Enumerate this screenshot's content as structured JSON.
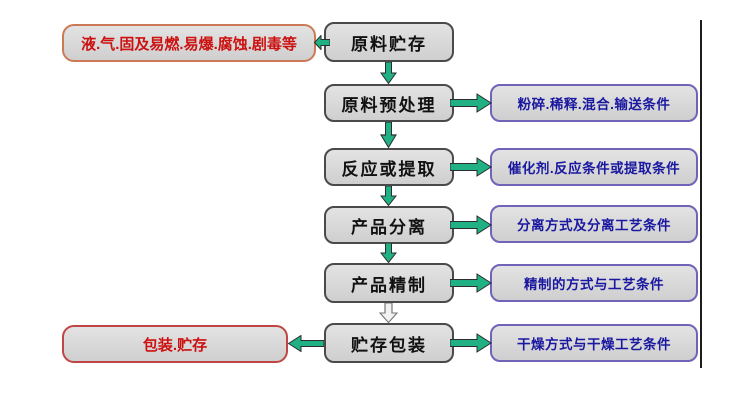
{
  "flowchart": {
    "type": "process-flow-diagram",
    "hazard_note": "液.气.固及易燃.易爆.腐蚀.剧毒等",
    "final_note": "包装.贮存",
    "main_steps": [
      "原料贮存",
      "原料预处理",
      "反应或提取",
      "产品分离",
      "产品精制",
      "贮存包装"
    ],
    "condition_notes": [
      "粉碎.稀释.混合.输送条件",
      "催化剂.反应条件或提取条件",
      "分离方式及分离工艺条件",
      "精制的方式与工艺条件",
      "干燥方式与干燥工艺条件"
    ],
    "colors": {
      "arrow_green": "#1fb184",
      "arrow_outline": "#2d2d2d",
      "hollow_arrow_fill": "#f2f2f2",
      "main_text": "#111111",
      "left_note_text_red": "#cc1111",
      "right_note_text_navy": "#1a18a0",
      "left_top_border": "#cc7a55",
      "left_bottom_border": "#c04545",
      "right_border_purple": "#6f64b8",
      "main_border": "#4a4a4a",
      "box_background": "#d9d9d9"
    }
  }
}
